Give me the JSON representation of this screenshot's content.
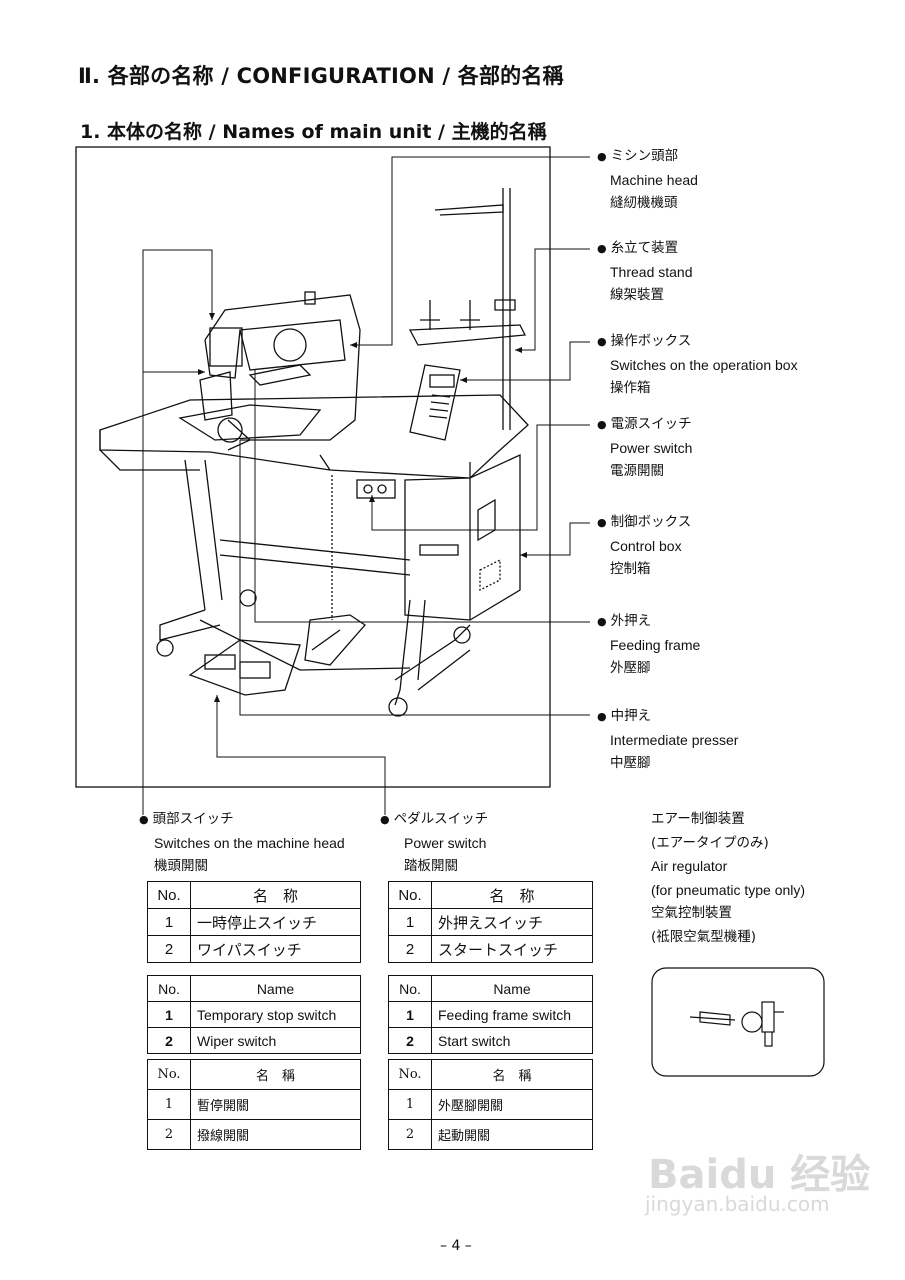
{
  "heading": "Ⅱ. 各部の名称 / CONFIGURATION / 各部的名稱",
  "subheading": "1. 本体の名称 / Names of main unit / 主機的名稱",
  "labels": [
    {
      "jp": "ミシン頭部",
      "en": "Machine head",
      "cn": "縫紉機機頭"
    },
    {
      "jp": "糸立て装置",
      "en": "Thread stand",
      "cn": "線架裝置"
    },
    {
      "jp": "操作ボックス",
      "en": "Switches on the operation box",
      "cn": "操作箱"
    },
    {
      "jp": "電源スイッチ",
      "en": "Power switch",
      "cn": "電源開關"
    },
    {
      "jp": "制御ボックス",
      "en": "Control box",
      "cn": "控制箱"
    },
    {
      "jp": "外押え",
      "en": "Feeding frame",
      "cn": "外壓腳"
    },
    {
      "jp": "中押え",
      "en": "Intermediate presser",
      "cn": "中壓腳"
    }
  ],
  "head_switch": {
    "jp": "頭部スイッチ",
    "en": "Switches on the machine head",
    "cn": "機頭開關"
  },
  "pedal_switch": {
    "jp": "ペダルスイッチ",
    "en": "Power switch",
    "cn": "踏板開關"
  },
  "air": {
    "jp1": "エアー制御装置",
    "jp2": "(エアータイプのみ)",
    "en1": "Air regulator",
    "en2": "(for pneumatic type only)",
    "cn1": "空氣控制裝置",
    "cn2": "(祗限空氣型機種)"
  },
  "tables": {
    "head_jp": {
      "h_no": "No.",
      "h_name": "名　称",
      "rows": [
        [
          "1",
          "一時停止スイッチ"
        ],
        [
          "2",
          "ワイパスイッチ"
        ]
      ]
    },
    "head_en": {
      "h_no": "No.",
      "h_name": "Name",
      "rows": [
        [
          "1",
          "Temporary stop switch"
        ],
        [
          "2",
          "Wiper switch"
        ]
      ]
    },
    "head_cn": {
      "h_no": "No.",
      "h_name": "名　稱",
      "rows": [
        [
          "1",
          "暫停開關"
        ],
        [
          "2",
          "撥線開關"
        ]
      ]
    },
    "pedal_jp": {
      "h_no": "No.",
      "h_name": "名　称",
      "rows": [
        [
          "1",
          "外押えスイッチ"
        ],
        [
          "2",
          "スタートスイッチ"
        ]
      ]
    },
    "pedal_en": {
      "h_no": "No.",
      "h_name": "Name",
      "rows": [
        [
          "1",
          "Feeding frame switch"
        ],
        [
          "2",
          "Start switch"
        ]
      ]
    },
    "pedal_cn": {
      "h_no": "No.",
      "h_name": "名　稱",
      "rows": [
        [
          "1",
          "外壓腳開關"
        ],
        [
          "2",
          "起動開關"
        ]
      ]
    }
  },
  "page_number": "– 4 –",
  "watermark": {
    "brand": "Baidu 经验",
    "url": "jingyan.baidu.com"
  }
}
